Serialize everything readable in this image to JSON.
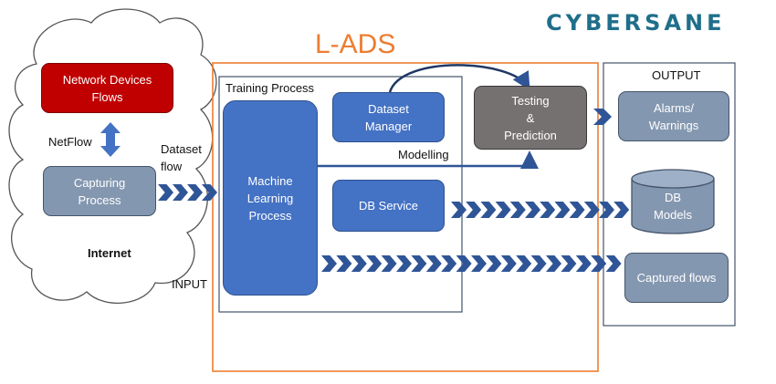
{
  "brand": {
    "logo_text": "CYBERSANE",
    "logo_color": "#1f6f8b"
  },
  "title": "L-ADS",
  "training_process_label": "Training Process",
  "output_label": "OUTPUT",
  "input_label": "INPUT",
  "internet_label": "Internet",
  "netflow_label": "NetFlow",
  "dataset_flow_label": "Dataset\nflow",
  "modelling_label": "Modelling",
  "nodes": {
    "network_devices": "Network Devices\nFlows",
    "capturing_process": "Capturing\nProcess",
    "machine_learning": "Machine\nLearning\nProcess",
    "dataset_manager": "Dataset\nManager",
    "db_service": "DB Service",
    "testing_prediction": "Testing\n&\nPrediction",
    "alarms": "Alarms/\nWarnings",
    "db_models": "DB\nModels",
    "captured_flows": "Captured flows"
  },
  "colors": {
    "accent_orange": "#ed7d31",
    "box_blue": "#4472c4",
    "box_steel": "#8497b0",
    "box_grey": "#767171",
    "box_red": "#c00000",
    "arrow_blue": "#2f5597"
  }
}
